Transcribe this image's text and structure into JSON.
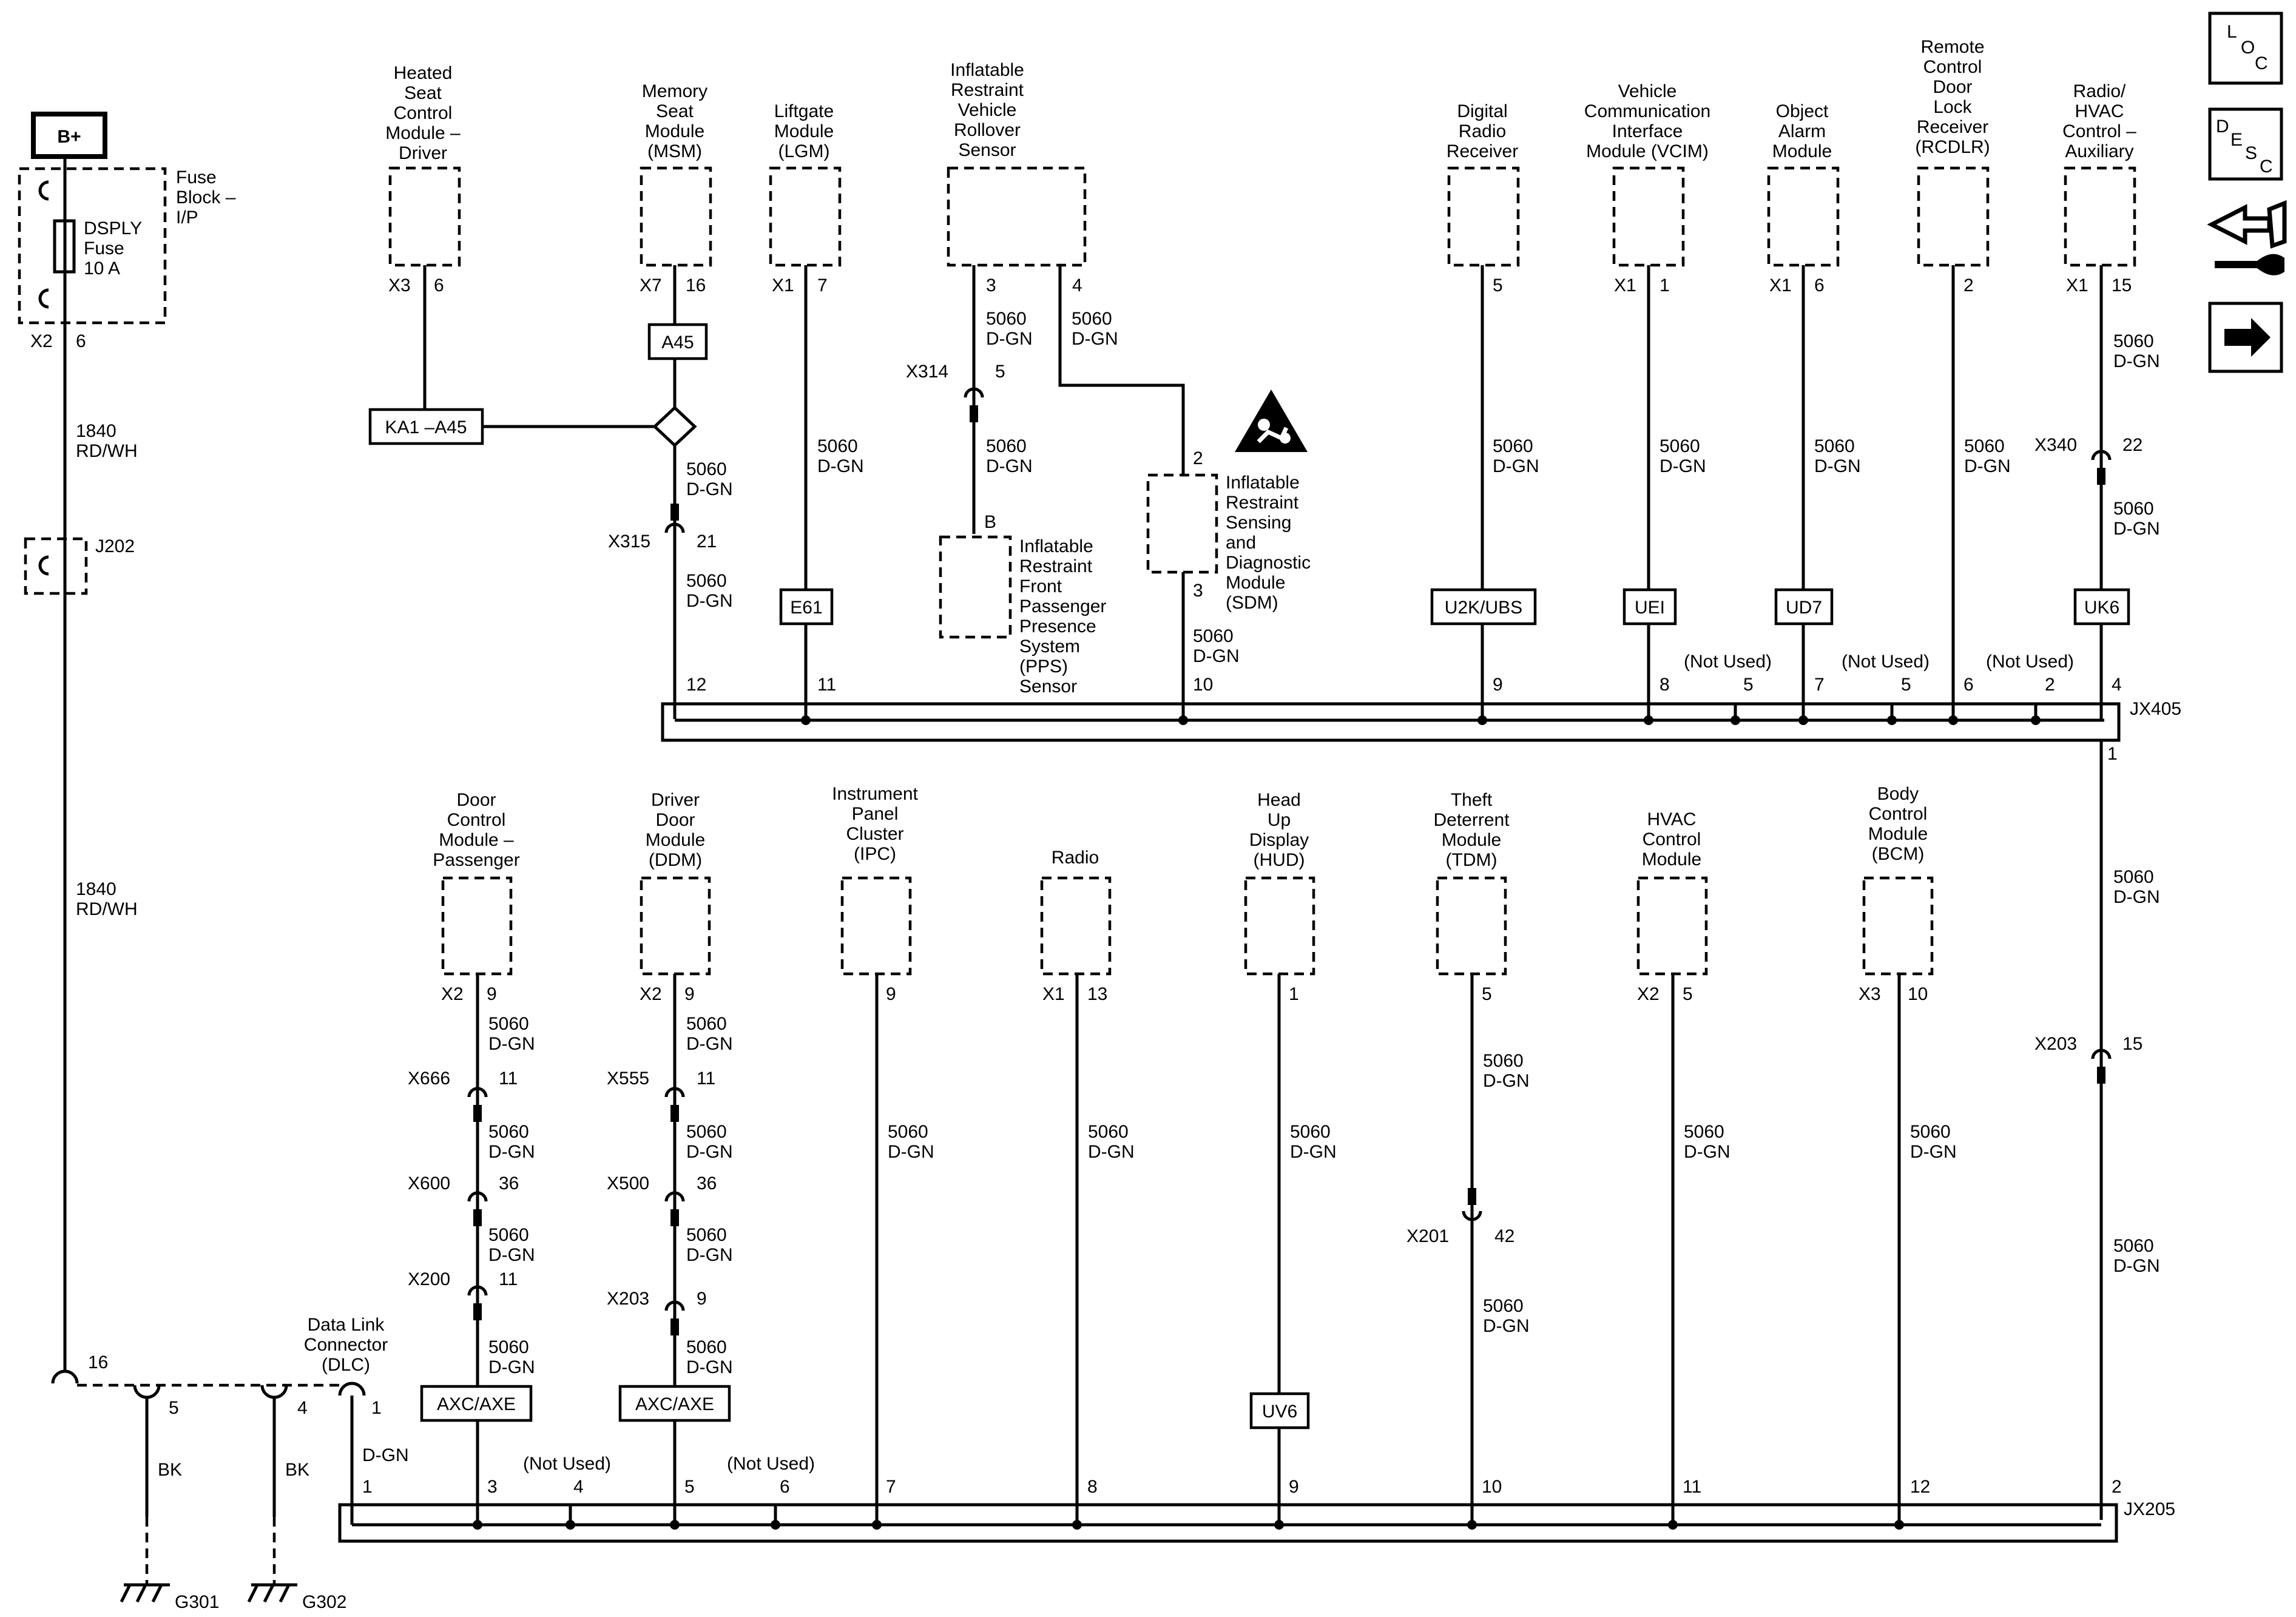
{
  "notUsed": "(Not Used)",
  "battery": "B+",
  "fuseBlock": {
    "title": [
      "Fuse",
      "Block –",
      "I/P"
    ],
    "fuse": [
      "DSPLY",
      "Fuse",
      "10 A"
    ],
    "connector": "X2",
    "pin": "6"
  },
  "powerWire": {
    "gauge": "1840",
    "color": "RD/WH"
  },
  "splice": "J202",
  "dlc": {
    "title": [
      "Data Link",
      "Connector",
      "(DLC)"
    ],
    "pins": {
      "p16": "16",
      "p5": "5",
      "p4": "4",
      "p1": "1"
    },
    "ground": "BK",
    "wire1": "D-GN"
  },
  "grounds": [
    "G301",
    "G302"
  ],
  "busWire": {
    "gauge": "5060",
    "color": "D-GN"
  },
  "topModules": [
    {
      "name": [
        "Heated",
        "Seat",
        "Control",
        "Module –",
        "Driver"
      ],
      "conn": "X3",
      "pin": "6"
    },
    {
      "name": [
        "Memory",
        "Seat",
        "Module",
        "(MSM)"
      ],
      "conn": "X7",
      "pin": "16"
    },
    {
      "name": [
        "Liftgate",
        "Module",
        "(LGM)"
      ],
      "conn": "X1",
      "pin": "7",
      "option": "E61"
    },
    {
      "name": [
        "Inflatable",
        "Restraint",
        "Vehicle",
        "Rollover",
        "Sensor"
      ],
      "pins": [
        "3",
        "4"
      ]
    },
    {
      "name": [
        "Digital",
        "Radio",
        "Receiver"
      ],
      "pin": "5",
      "option": "U2K/UBS"
    },
    {
      "name": [
        "Vehicle",
        "Communication",
        "Interface",
        "Module (VCIM)"
      ],
      "conn": "X1",
      "pin": "1",
      "option": "UEI"
    },
    {
      "name": [
        "Object",
        "Alarm",
        "Module"
      ],
      "conn": "X1",
      "pin": "6",
      "option": "UD7"
    },
    {
      "name": [
        "Remote",
        "Control",
        "Door",
        "Lock",
        "Receiver",
        "(RCDLR)"
      ],
      "pin": "2"
    },
    {
      "name": [
        "Radio/",
        "HVAC",
        "Control –",
        "Auxiliary"
      ],
      "conn": "X1",
      "pin": "15",
      "option": "UK6"
    }
  ],
  "options": {
    "ka1": "KA1 –A45",
    "a45": "A45",
    "axc": "AXC/AXE",
    "uv6": "UV6"
  },
  "pps": {
    "name": [
      "Inflatable",
      "Restraint",
      "Front",
      "Passenger",
      "Presence",
      "System",
      "(PPS)",
      "Sensor"
    ],
    "pin": "B"
  },
  "sdm": {
    "name": [
      "Inflatable",
      "Restraint",
      "Sensing",
      "and",
      "Diagnostic",
      "Module",
      "(SDM)"
    ],
    "pinTop": "2",
    "pinBottom": "3"
  },
  "inlines": [
    {
      "name": "X315",
      "pin": "21"
    },
    {
      "name": "X314",
      "pin": "5"
    },
    {
      "name": "X340",
      "pin": "22"
    },
    {
      "name": "X203",
      "pin": "15"
    },
    {
      "name": "X666",
      "pin": "11"
    },
    {
      "name": "X600",
      "pin": "36"
    },
    {
      "name": "X200",
      "pin": "11"
    },
    {
      "name": "X555",
      "pin": "11"
    },
    {
      "name": "X500",
      "pin": "36"
    },
    {
      "name": "X203",
      "pin": "9"
    },
    {
      "name": "X201",
      "pin": "42"
    }
  ],
  "jx405": {
    "label": "JX405",
    "pins": [
      "12",
      "11",
      "10",
      "9",
      "8",
      "5",
      "7",
      "5",
      "6",
      "2",
      "4"
    ],
    "out": "1"
  },
  "jx205": {
    "label": "JX205",
    "pins": [
      "1",
      "3",
      "4",
      "5",
      "6",
      "7",
      "8",
      "9",
      "10",
      "11",
      "12"
    ],
    "in": "2"
  },
  "bottomModules": [
    {
      "name": [
        "Door",
        "Control",
        "Module –",
        "Passenger"
      ],
      "conn": "X2",
      "pin": "9"
    },
    {
      "name": [
        "Driver",
        "Door",
        "Module",
        "(DDM)"
      ],
      "conn": "X2",
      "pin": "9"
    },
    {
      "name": [
        "Instrument",
        "Panel",
        "Cluster",
        "(IPC)"
      ],
      "pin": "9"
    },
    {
      "name": [
        "Radio"
      ],
      "conn": "X1",
      "pin": "13"
    },
    {
      "name": [
        "Head",
        "Up",
        "Display",
        "(HUD)"
      ],
      "pin": "1"
    },
    {
      "name": [
        "Theft",
        "Deterrent",
        "Module",
        "(TDM)"
      ],
      "pin": "5"
    },
    {
      "name": [
        "HVAC",
        "Control",
        "Module"
      ],
      "conn": "X2",
      "pin": "5"
    },
    {
      "name": [
        "Body",
        "Control",
        "Module",
        "(BCM)"
      ],
      "conn": "X3",
      "pin": "10"
    }
  ],
  "sideIcons": [
    {
      "letters": [
        "L",
        "O",
        "C"
      ],
      "icon": "loc-icon"
    },
    {
      "letters": [
        "D",
        "E",
        "S",
        "C"
      ],
      "icon": "desc-icon"
    },
    {
      "icon": "repair-icon"
    },
    {
      "icon": "next-arrow-icon"
    }
  ]
}
